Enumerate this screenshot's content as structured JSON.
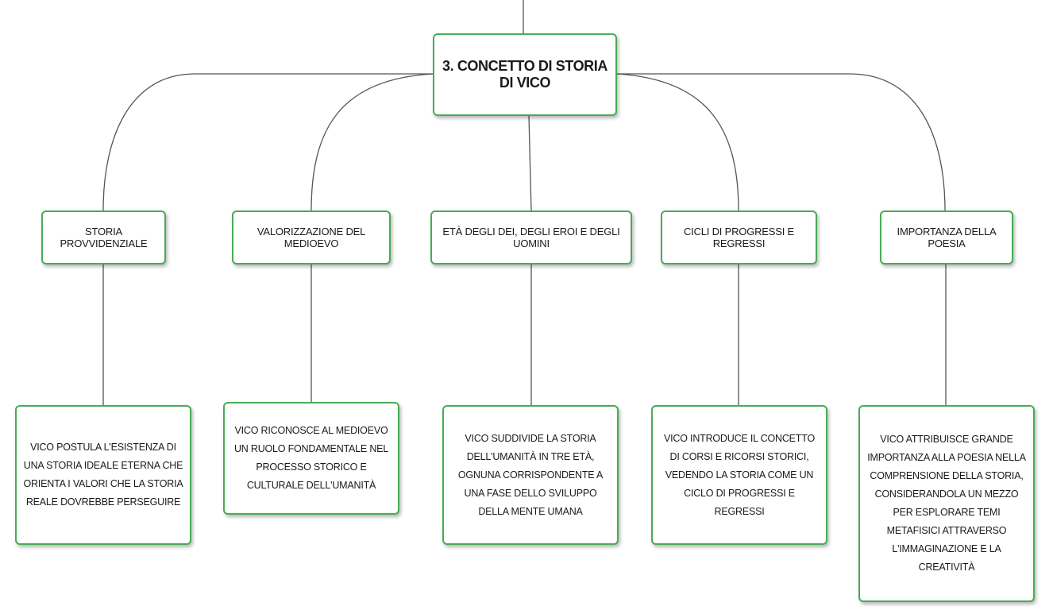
{
  "map": {
    "root": {
      "title": "3. CONCETTO DI STORIA DI VICO"
    },
    "branches": [
      {
        "label": "STORIA PROVVIDENZIALE",
        "detail": "VICO POSTULA L'ESISTENZA DI UNA STORIA IDEALE ETERNA CHE ORIENTA I VALORI CHE LA STORIA REALE DOVREBBE PERSEGUIRE"
      },
      {
        "label": "VALORIZZAZIONE DEL MEDIOEVO",
        "detail": "VICO RICONOSCE AL MEDIOEVO UN RUOLO FONDAMENTALE NEL PROCESSO STORICO E CULTURALE DELL'UMANITÀ"
      },
      {
        "label": "ETÀ DEGLI DEI, DEGLI EROI E DEGLI UOMINI",
        "detail": "VICO SUDDIVIDE LA STORIA DELL'UMANITÀ IN TRE ETÀ, OGNUNA CORRISPONDENTE A UNA FASE DELLO SVILUPPO DELLA MENTE UMANA"
      },
      {
        "label": "CICLI DI PROGRESSI E REGRESSI",
        "detail": "VICO INTRODUCE IL CONCETTO DI CORSI E RICORSI STORICI, VEDENDO LA STORIA COME UN CICLO DI PROGRESSI E REGRESSI"
      },
      {
        "label": "IMPORTANZA DELLA POESIA",
        "detail": "VICO ATTRIBUISCE GRANDE IMPORTANZA ALLA POESIA NELLA COMPRENSIONE DELLA STORIA, CONSIDERANDOLA UN MEZZO PER ESPLORARE TEMI METAFISICI ATTRAVERSO L'IMMAGINAZIONE E LA CREATIVITÀ"
      }
    ]
  },
  "colors": {
    "node_border": "#47ac55",
    "connector": "#555555",
    "background": "#ffffff"
  }
}
